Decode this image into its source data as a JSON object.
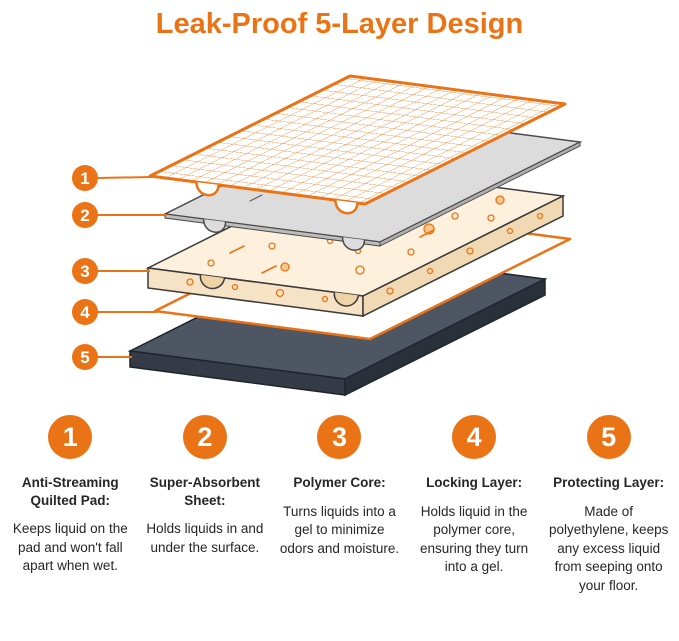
{
  "title": "Leak-Proof 5-Layer Design",
  "colors": {
    "accent": "#EA7315",
    "text": "#262626",
    "core_fill": "#FDF1DE",
    "gray_sheet": "#DCDCDC",
    "base_top": "#4E5663"
  },
  "features": [
    {
      "number": "1",
      "heading": "Anti-Streaming Quilted Pad:",
      "description": "Keeps liquid on the pad and won't fall apart when wet."
    },
    {
      "number": "2",
      "heading": "Super-Absorbent Sheet:",
      "description": "Holds liquids in and under the surface."
    },
    {
      "number": "3",
      "heading": "Polymer Core:",
      "description": "Turns liquids into a gel to minimize odors and moisture."
    },
    {
      "number": "4",
      "heading": "Locking Layer:",
      "description": "Holds liquid in the polymer core, ensuring they turn into a gel."
    },
    {
      "number": "5",
      "heading": "Protecting Layer:",
      "description": "Made of polyethylene, keeps any excess liquid from seeping onto your floor."
    }
  ]
}
